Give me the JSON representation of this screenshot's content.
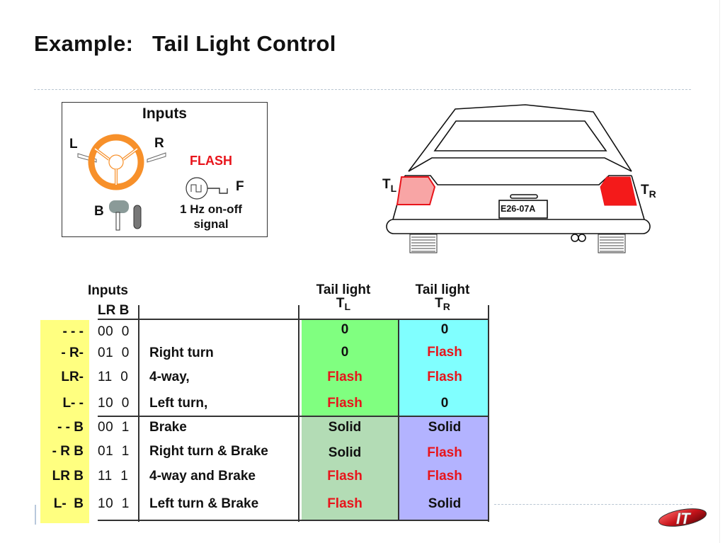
{
  "slide": {
    "title": "Example:   Tail Light Control"
  },
  "inputs_panel": {
    "title": "Inputs",
    "left_label": "L",
    "right_label": "R",
    "brake_label": "B",
    "flash_label": "FLASH",
    "flash_output_label": "F",
    "signal_line1": "1 Hz on-off",
    "signal_line2": "signal",
    "wheel_color": "#f7902a"
  },
  "car": {
    "left_light_label": "T",
    "left_light_sub": "L",
    "right_light_label": "T",
    "right_light_sub": "R",
    "plate": "E26-07A",
    "left_light_color": "#f8a5a5",
    "right_light_color": "#f41a1a",
    "light_outline_color": "#e8141b"
  },
  "table": {
    "header_inputs": "Inputs",
    "header_bits": "LR B",
    "header_tl_line1": "Tail light",
    "header_tl_sym": "T",
    "header_tl_sub": "L",
    "header_tr_line1": "Tail light",
    "header_tr_sym": "T",
    "header_tr_sub": "R",
    "colors": {
      "code_column": "#ffff80",
      "tl_no_brake": "#80ff80",
      "tr_no_brake": "#80ffff",
      "tl_brake": "#b3dcb5",
      "tr_brake": "#b3b3ff",
      "flash_text": "#e8141b"
    },
    "rows": [
      {
        "code": "- - -",
        "bits": "00  0",
        "desc": "",
        "tl": "0",
        "tr": "0"
      },
      {
        "code": "- R-",
        "bits": "01  0",
        "desc": "Right turn",
        "tl": "0",
        "tr": "Flash"
      },
      {
        "code": "LR-",
        "bits": "11  0",
        "desc": "4-way,",
        "tl": "Flash",
        "tr": "Flash"
      },
      {
        "code": "L- -",
        "bits": "10  0",
        "desc": "Left turn,",
        "tl": "Flash",
        "tr": "0"
      },
      {
        "code": "- - B",
        "bits": "00  1",
        "desc": "Brake",
        "tl": "Solid",
        "tr": "Solid"
      },
      {
        "code": "- R B",
        "bits": "01  1",
        "desc": "Right turn & Brake",
        "tl": "Solid",
        "tr": "Flash"
      },
      {
        "code": "LR B",
        "bits": "11  1",
        "desc": "4-way and Brake",
        "tl": "Flash",
        "tr": "Flash"
      },
      {
        "code": "L-  B",
        "bits": "10  1",
        "desc": "Left turn & Brake",
        "tl": "Flash",
        "tr": "Solid"
      }
    ]
  },
  "logo": {
    "text": "IT",
    "color": "#c8141b"
  }
}
